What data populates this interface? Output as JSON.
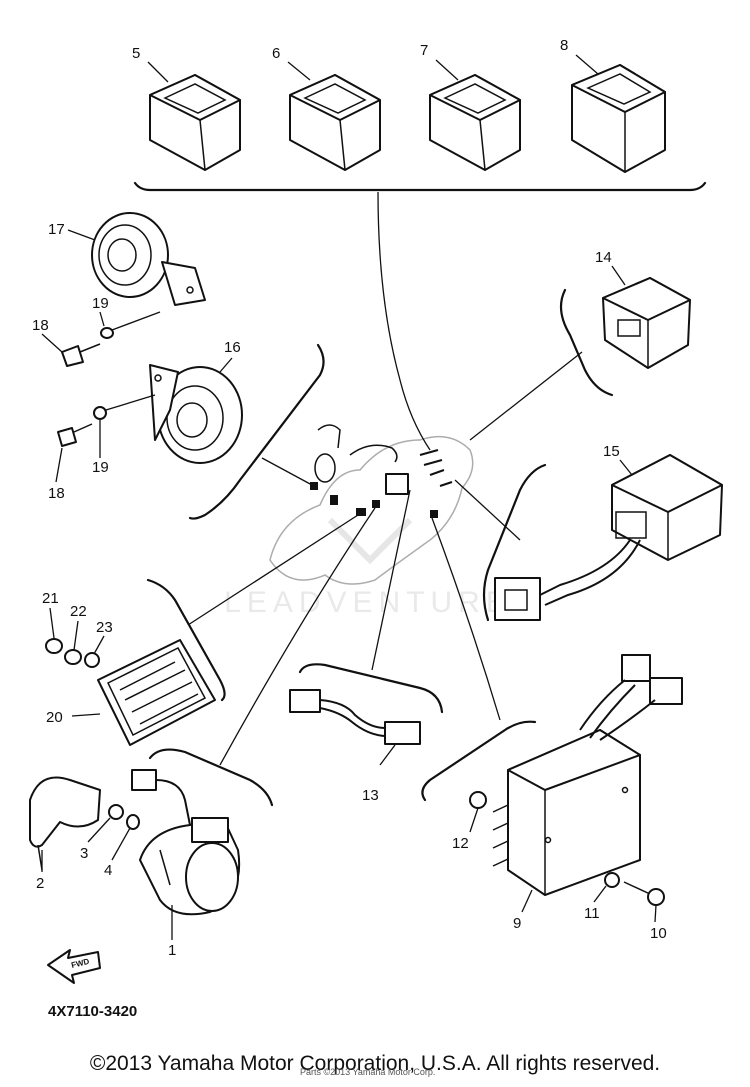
{
  "diagram": {
    "drawing_number": "4X7110-3420",
    "front_marker": "FWD",
    "watermark": "LEADVENTURE",
    "labels": {
      "p1": "1",
      "p2": "2",
      "p3": "3",
      "p4": "4",
      "p5": "5",
      "p6": "6",
      "p7": "7",
      "p8": "8",
      "p9": "9",
      "p10": "10",
      "p11": "11",
      "p12": "12",
      "p13": "13",
      "p14": "14",
      "p15": "15",
      "p16": "16",
      "p17": "17",
      "p18a": "18",
      "p18b": "18",
      "p19a": "19",
      "p19b": "19",
      "p20": "20",
      "p21": "21",
      "p22": "22",
      "p23": "23"
    }
  },
  "footer": {
    "copyright": "©2013 Yamaha Motor Corporation, U.S.A. All rights reserved.",
    "small_print": "Parts ©2013 Yamaha Motor Corp."
  }
}
